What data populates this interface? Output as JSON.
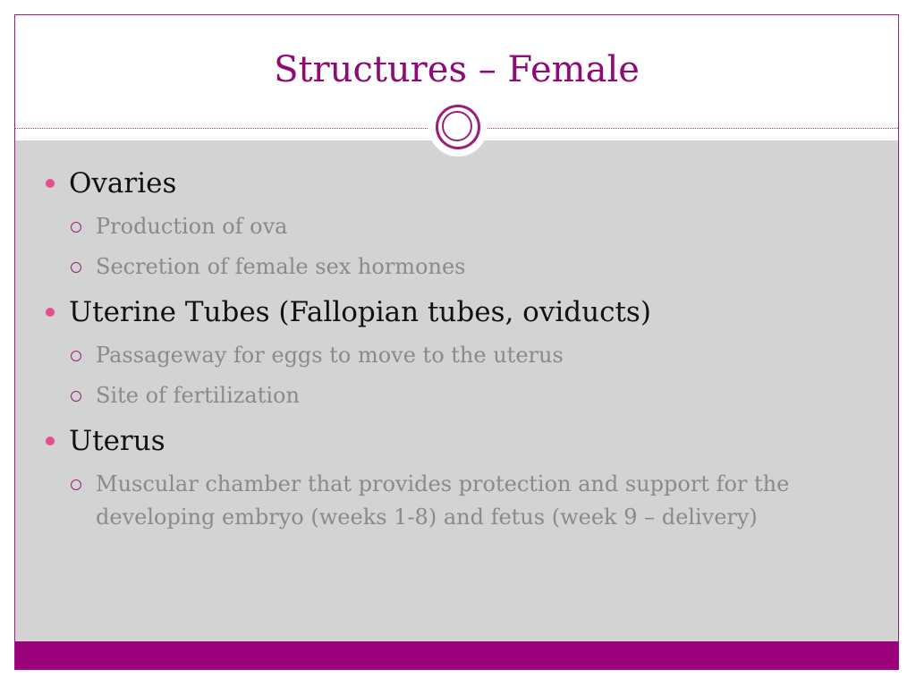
{
  "slide": {
    "title": "Structures – Female",
    "colors": {
      "accent": "#99007a",
      "title": "#8f0a74",
      "bullet": "#e0508a",
      "content_bg": "#d3d3d3",
      "subtext": "#8a8a8a"
    },
    "sections": [
      {
        "heading": "Ovaries",
        "items": [
          "Production of ova",
          "Secretion of female sex hormones"
        ]
      },
      {
        "heading": "Uterine Tubes (Fallopian tubes, oviducts)",
        "items": [
          "Passageway for eggs to move to the uterus",
          "Site of fertilization"
        ]
      },
      {
        "heading": "Uterus",
        "items": [
          "Muscular chamber that provides protection and support for the developing embryo (weeks 1-8) and fetus (week 9 – delivery)"
        ]
      }
    ]
  }
}
